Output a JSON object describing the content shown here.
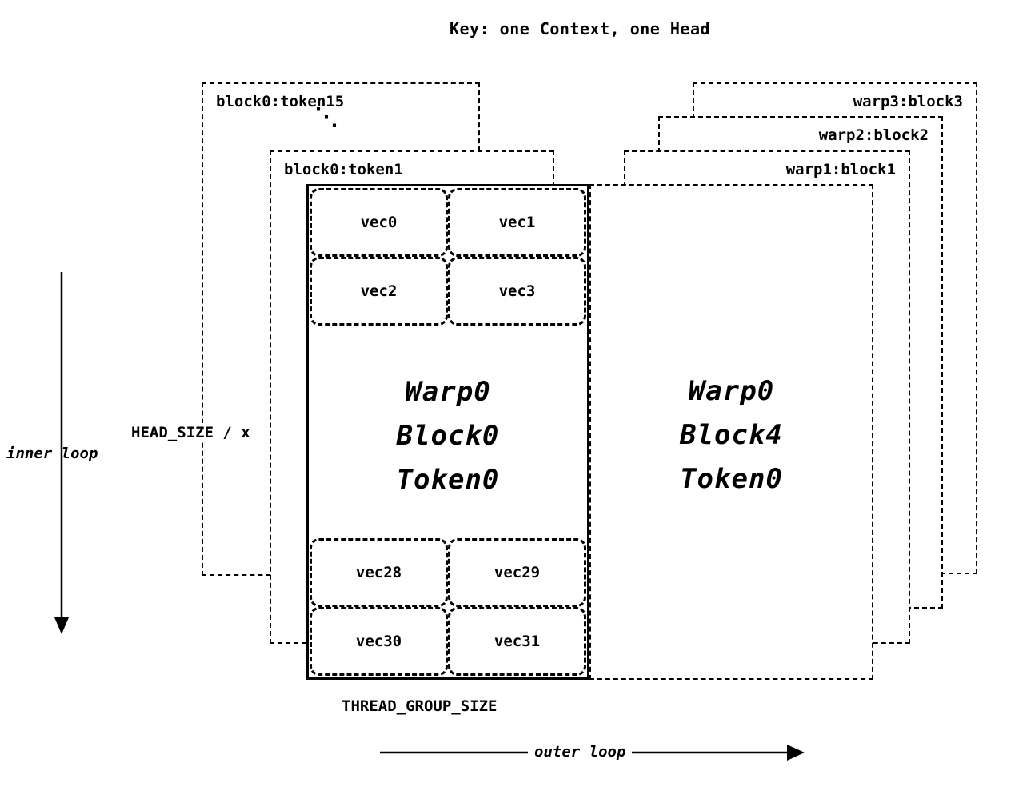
{
  "title": "Key: one Context, one Head",
  "left_stack": {
    "card_back_label": "block0:token15",
    "dots": "⋱",
    "card_front_label": "block0:token1"
  },
  "right_stack": {
    "card3_label": "warp3:block3",
    "card2_label": "warp2:block2",
    "card1_label": "warp1:block1"
  },
  "left_block": {
    "top_vecs": [
      "vec0",
      "vec1",
      "vec2",
      "vec3"
    ],
    "center_lines": [
      "Warp0",
      "Block0",
      "Token0"
    ],
    "bottom_vecs": [
      "vec28",
      "vec29",
      "vec30",
      "vec31"
    ]
  },
  "right_block": {
    "center_lines": [
      "Warp0",
      "Block4",
      "Token0"
    ]
  },
  "labels": {
    "head_size": "HEAD_SIZE / x",
    "inner_loop": "inner loop",
    "thread_group_size": "THREAD_GROUP_SIZE",
    "outer_loop": "outer loop"
  }
}
